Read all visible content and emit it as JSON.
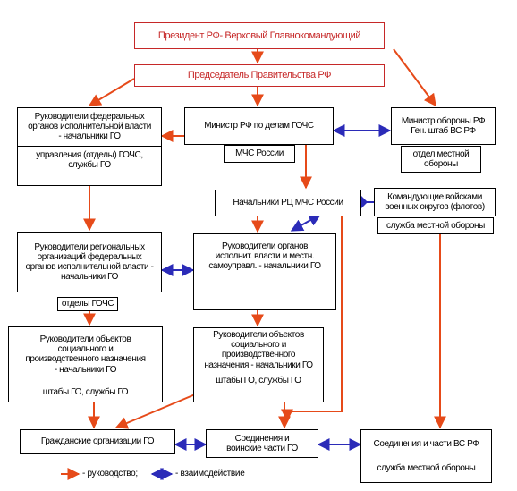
{
  "nodes": {
    "president": "Президент РФ- Верховый Главнокомандующий",
    "chairman": "Председатель Правительства РФ",
    "federal_heads": "Руководители федеральных органов исполнительной власти - начальники ГО",
    "federal_heads_sub": "управления (отделы) ГОЧС, службы ГО",
    "minister_mchs": "Министр РФ по делам ГОЧС",
    "mchs_russia": "МЧС России",
    "minister_defense": "Министр обороны РФ Ген. штаб ВС РФ",
    "minister_defense_sub": "отдел местной обороны",
    "rc_heads": "Начальники РЦ МЧС России",
    "commanders": "Командующие войсками военных округов (флотов)",
    "commanders_sub": "служба местной обороны",
    "regional_heads": "Руководители региональных организаций федеральных органов исполнительной власти - начальники ГО",
    "regional_heads_sub": "отделы ГОЧС",
    "local_heads": "Руководители органов исполнит. власти и местн. самоуправл. - начальники ГО",
    "objects_left": "Руководители объектов социального и производственного назначения - начальники ГО",
    "objects_left_sub": "штабы ГО, службы ГО",
    "objects_right": "Руководители объектов социального и производственного назначения - начальники ГО",
    "objects_right_sub": "штабы ГО, службы ГО",
    "civil_orgs": "Гражданские организации ГО",
    "units_go": "Соединения и воинские части ГО",
    "units_vs": "Соединения и части ВС РФ",
    "units_vs_sub": "служба местной обороны"
  },
  "legend": {
    "management": "- руководство;",
    "interaction": "- взаимодействие"
  },
  "colors": {
    "management": "#e64a19",
    "interaction": "#2b2bb8",
    "accent": "#c62828"
  }
}
